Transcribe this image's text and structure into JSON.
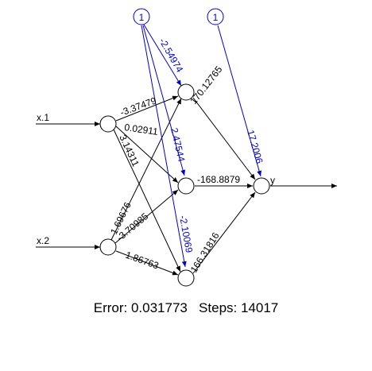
{
  "colors": {
    "edge": "#000000",
    "bias_edge": "#0000cc",
    "node_fill": "#ffffff"
  },
  "nodes": {
    "inputs": [
      "x.1",
      "x.2"
    ],
    "output": "y",
    "bias_label": "1"
  },
  "weights": {
    "input": [
      {
        "from": "x1",
        "to": "h1",
        "label": "-3.37479"
      },
      {
        "from": "x1",
        "to": "h2",
        "label": "0.02911"
      },
      {
        "from": "x1",
        "to": "h3",
        "label": "3.14311"
      },
      {
        "from": "x2",
        "to": "h1",
        "label": "1.69676"
      },
      {
        "from": "x2",
        "to": "h2",
        "label": "-3.70985"
      },
      {
        "from": "x2",
        "to": "h3",
        "label": "1.86763"
      }
    ],
    "hidden_output": [
      {
        "from": "h1",
        "label": "170.12765"
      },
      {
        "from": "h2",
        "label": "-168.8879"
      },
      {
        "from": "h3",
        "label": "166.31816"
      }
    ],
    "bias_hidden": [
      {
        "to": "h1",
        "label": "-2.54974"
      },
      {
        "to": "h2",
        "label": "2.47544"
      },
      {
        "to": "h3",
        "label": "-2.10069"
      }
    ],
    "bias_output": {
      "label": "17.2006"
    }
  },
  "footer": {
    "error": "Error: 0.031773",
    "steps": "Steps: 14017"
  }
}
